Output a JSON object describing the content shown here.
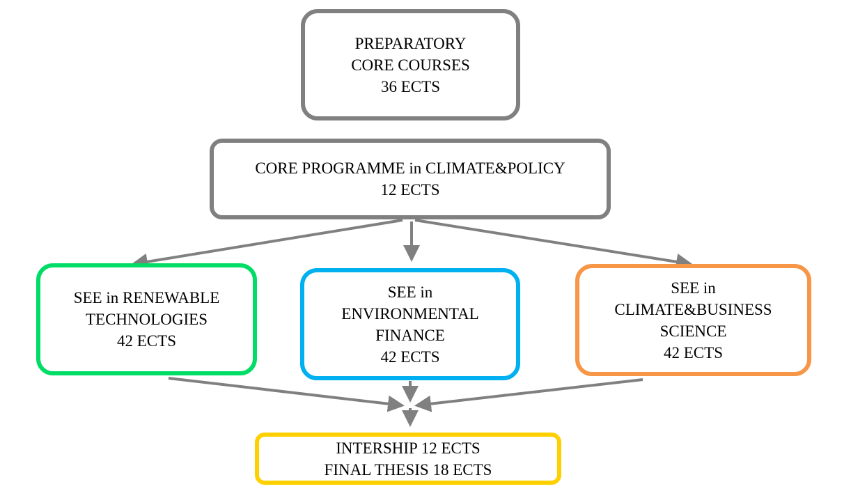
{
  "boxes": {
    "preparatory": {
      "lines": [
        "PREPARATORY",
        "CORE COURSES",
        "36 ECTS"
      ],
      "color": "#808080"
    },
    "core": {
      "lines": [
        "CORE PROGRAMME in CLIMATE&POLICY",
        "12 ECTS"
      ],
      "color": "#808080"
    },
    "renewable": {
      "lines": [
        "SEE in RENEWABLE",
        "TECHNOLOGIES",
        "42 ECTS"
      ],
      "color": "#00dd66"
    },
    "environmental": {
      "lines": [
        "SEE in",
        "ENVIRONMENTAL",
        "FINANCE",
        "42 ECTS"
      ],
      "color": "#00b0f0"
    },
    "climate_business": {
      "lines": [
        "SEE in",
        "CLIMATE&BUSINESS",
        "SCIENCE",
        "42 ECTS"
      ],
      "color": "#f79646"
    },
    "final": {
      "lines": [
        "INTERSHIP 12 ECTS",
        "FINAL THESIS 18 ECTS"
      ],
      "color": "#ffd000"
    }
  },
  "arrow_color": "#808080"
}
